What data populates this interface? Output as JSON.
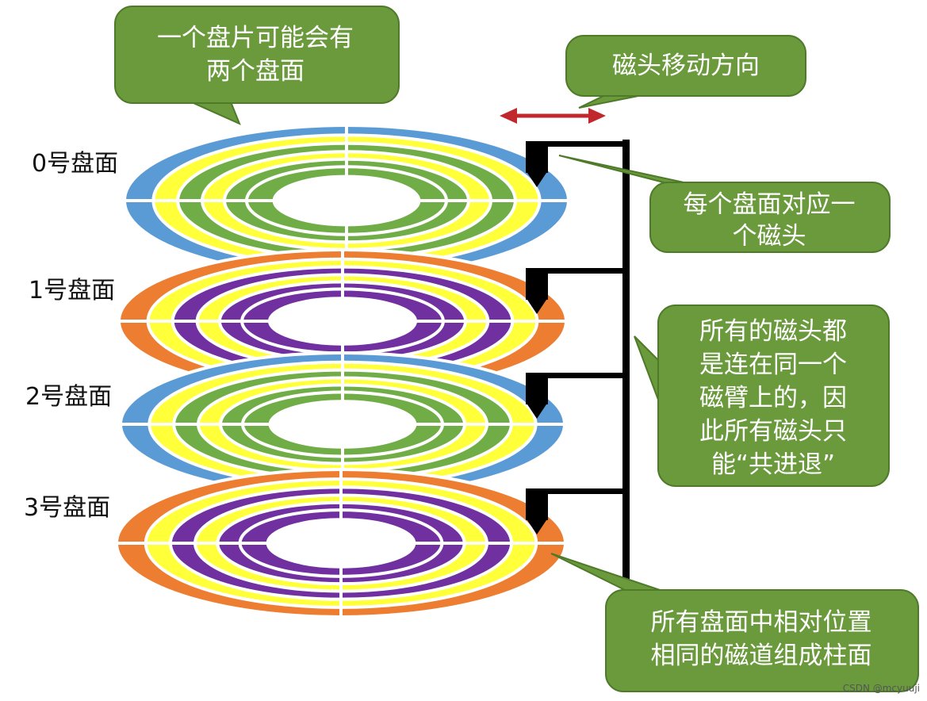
{
  "platters": [
    {
      "label": "0号盘面",
      "colors": {
        "outer": "#5b9bd5",
        "ring2": "#ffff3a",
        "ring3": "#70ad47",
        "hub": "#70ad47"
      }
    },
    {
      "label": "1号盘面",
      "colors": {
        "outer": "#ed7d31",
        "ring2": "#ffff3a",
        "ring3": "#7030a0",
        "hub": "#7030a0"
      }
    },
    {
      "label": "2号盘面",
      "colors": {
        "outer": "#5b9bd5",
        "ring2": "#ffff3a",
        "ring3": "#70ad47",
        "hub": "#70ad47"
      }
    },
    {
      "label": "3号盘面",
      "colors": {
        "outer": "#ed7d31",
        "ring2": "#ffff3a",
        "ring3": "#7030a0",
        "hub": "#7030a0"
      }
    }
  ],
  "callouts": {
    "two_sides": {
      "lines": [
        "一个盘片可能会有",
        "两个盘面"
      ]
    },
    "head_direction": {
      "lines": [
        "磁头移动方向"
      ]
    },
    "one_head_per_side": {
      "lines": [
        "每个盘面对应一",
        "个磁头"
      ]
    },
    "same_arm": {
      "lines": [
        "所有的磁头都",
        "是连在同一个",
        "磁臂上的，因",
        "此所有磁头只",
        "能“共进退”"
      ]
    },
    "cylinder": {
      "lines": [
        "所有盘面中相对位置",
        "相同的磁道组成柱面"
      ]
    }
  },
  "colors": {
    "callout_fill": "#6a9a3c",
    "callout_stroke": "#4e7a2a",
    "arm": "#000000",
    "direction_arrow": "#c0282d"
  },
  "watermark": "CSDN @mcyuuji"
}
